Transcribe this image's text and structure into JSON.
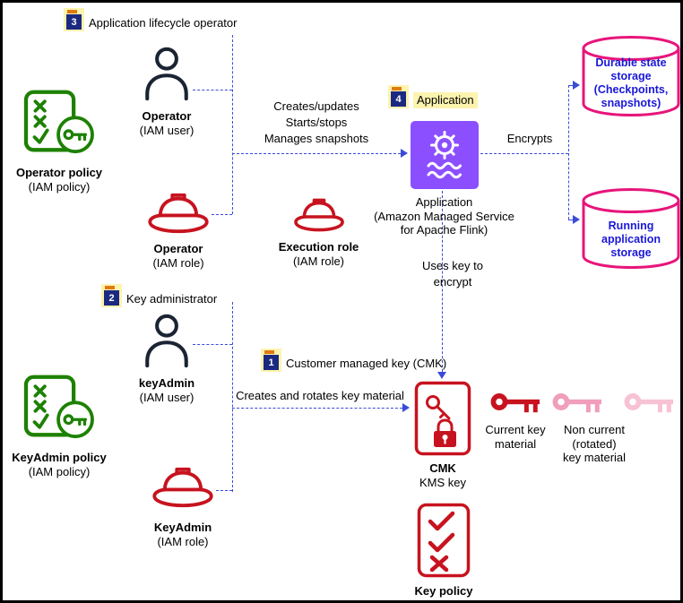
{
  "colors": {
    "connector_blue": "#3b4bd8",
    "badge_navy": "#1b2a80",
    "badge_orange": "#e07a10",
    "policy_green": "#1d8102",
    "iam_red": "#c7131f",
    "storage_pink": "#e7157b",
    "flink_purple": "#8c4fff",
    "noncurrent_key_pink": "#f09ebc",
    "noncurrent_key_pink_light": "#f6c2d4",
    "highlight_yellow": "#fcf3af",
    "storage_text_blue": "#1a18d8"
  },
  "callouts": {
    "lifecycle": {
      "num": "3",
      "label": "Application lifecycle operator"
    },
    "application": {
      "num": "4",
      "label": "Application"
    },
    "key_admin": {
      "num": "2",
      "label": "Key administrator"
    },
    "cmk": {
      "num": "1",
      "label": "Customer managed key (CMK)"
    }
  },
  "nodes": {
    "operator_user": {
      "title": "Operator",
      "subtitle": "(IAM user)"
    },
    "operator_policy": {
      "title": "Operator policy",
      "subtitle": "(IAM policy)"
    },
    "operator_role": {
      "title": "Operator",
      "subtitle": "(IAM role)"
    },
    "execution_role": {
      "title": "Execution role",
      "subtitle": "(IAM role)"
    },
    "application": {
      "caption": "Application\n(Amazon Managed Service\nfor Apache Flink)"
    },
    "durable_storage": {
      "label": "Durable state\nstorage\n(Checkpoints,\nsnapshots)"
    },
    "running_storage": {
      "label": "Running\napplication\nstorage"
    },
    "keyadmin_user": {
      "title": "keyAdmin",
      "subtitle": "(IAM user)"
    },
    "keyadmin_policy": {
      "title": "KeyAdmin policy",
      "subtitle": "(IAM policy)"
    },
    "keyadmin_role": {
      "title": "KeyAdmin",
      "subtitle": "(IAM role)"
    },
    "cmk": {
      "title": "CMK",
      "subtitle": "KMS key"
    },
    "current_key": {
      "label": "Current key\nmaterial"
    },
    "noncurrent_key": {
      "label": "Non current\n(rotated)\nkey material"
    },
    "key_policy": {
      "title": "Key policy"
    }
  },
  "edges": {
    "operator_to_app": "Creates/updates\nStarts/stops\nManages snapshots",
    "app_to_storage": "Encrypts",
    "app_to_cmk": "Uses key to\nencrypt",
    "keyadmin_to_cmk": "Creates and rotates key material"
  }
}
